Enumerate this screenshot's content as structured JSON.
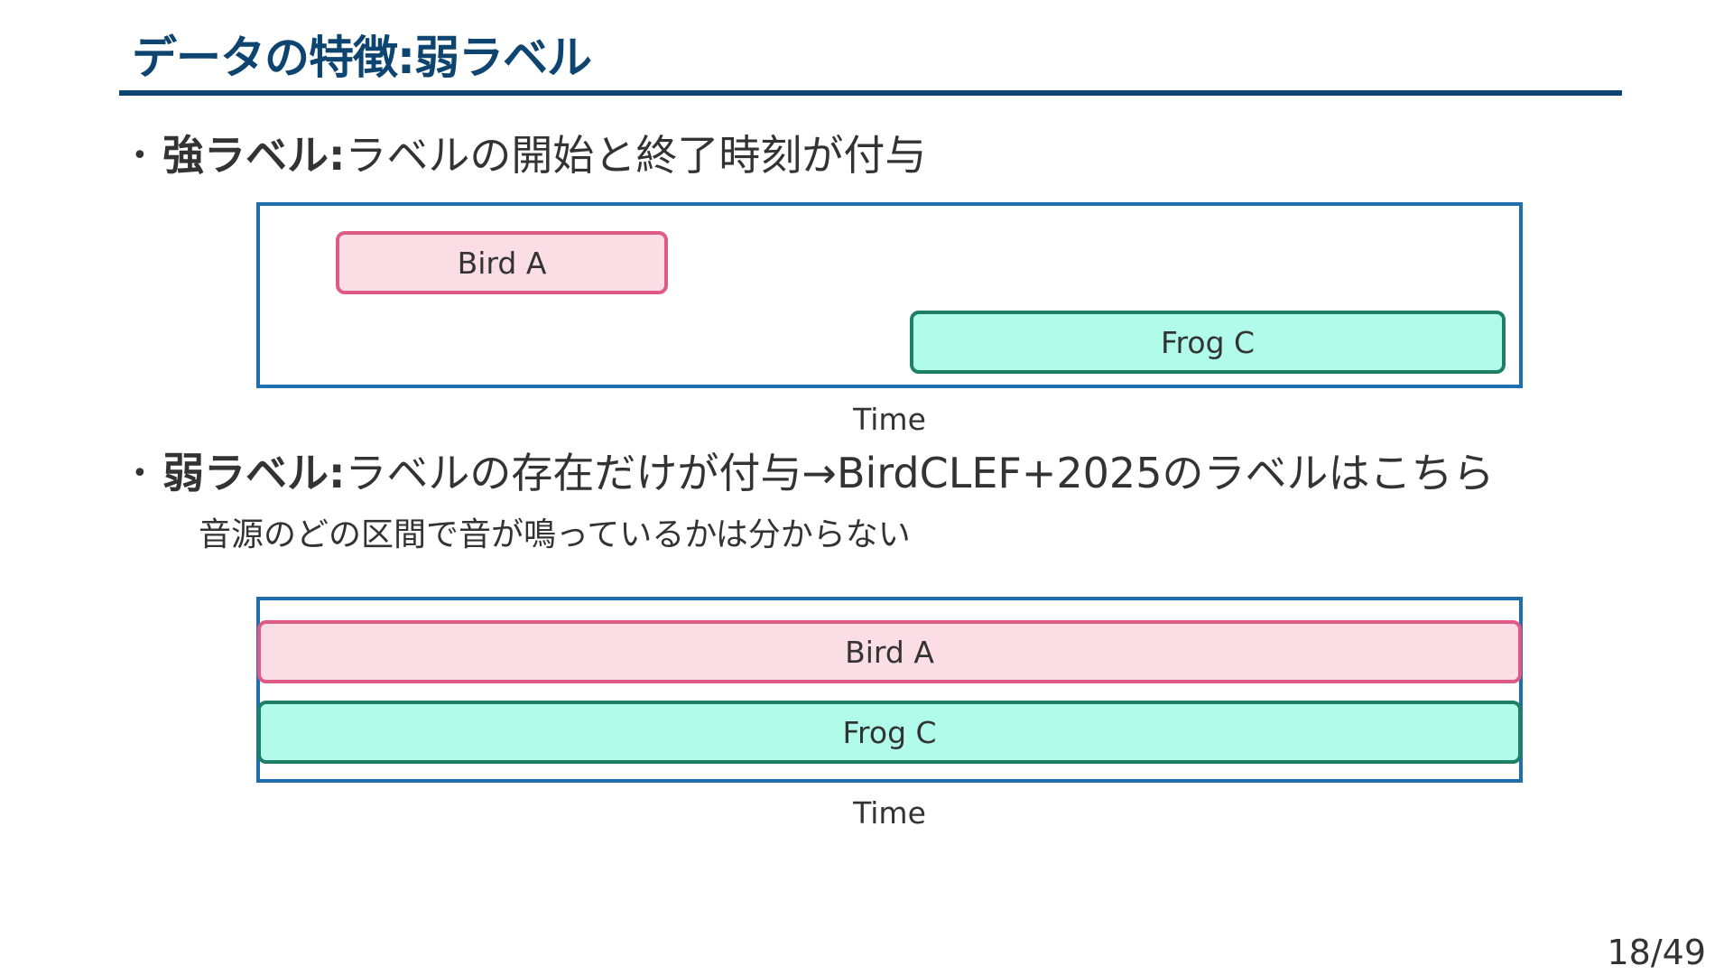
{
  "slide": {
    "title": "データの特徴:弱ラベル",
    "page_number": "18/49"
  },
  "strong": {
    "bullet_marker": "•",
    "term": "強ラベル:",
    "description": "ラベルの開始と終了時刻が付与",
    "axis_label": "Time",
    "segments": [
      {
        "label": "Bird A",
        "color": "#fbdde5",
        "border": "#e05a86"
      },
      {
        "label": "Frog C",
        "color": "#b0fbea",
        "border": "#1f7e66"
      }
    ]
  },
  "weak": {
    "bullet_marker": "•",
    "term": "弱ラベル:",
    "description": "ラベルの存在だけが付与→BirdCLEF+2025のラベルはこちら",
    "subtext": "音源のどの区間で音が鳴っているかは分からない",
    "axis_label": "Time",
    "segments": [
      {
        "label": "Bird A",
        "color": "#fbdde5",
        "border": "#e05a86"
      },
      {
        "label": "Frog C",
        "color": "#b0fbea",
        "border": "#1f7e66"
      }
    ]
  },
  "colors": {
    "title": "#0e4570",
    "frame": "#1f6fae"
  }
}
